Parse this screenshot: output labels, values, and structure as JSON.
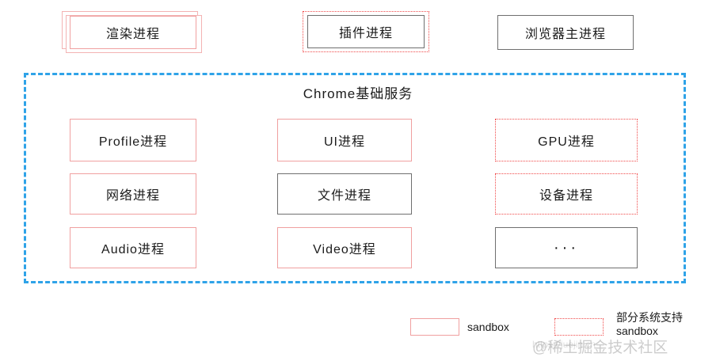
{
  "top_row": [
    {
      "label": "渲染进程",
      "style": "stacked-sandbox",
      "name": "render-process"
    },
    {
      "label": "插件进程",
      "style": "dotted-sandbox",
      "name": "plugin-process"
    },
    {
      "label": "浏览器主进程",
      "style": "plain",
      "name": "browser-main-process"
    }
  ],
  "container": {
    "title": "Chrome基础服务",
    "border_color": "#2fa3e8"
  },
  "services": {
    "col1": [
      {
        "label": "Profile进程",
        "style": "sandbox"
      },
      {
        "label": "网络进程",
        "style": "sandbox"
      },
      {
        "label": "Audio进程",
        "style": "sandbox"
      }
    ],
    "col2": [
      {
        "label": "UI进程",
        "style": "sandbox"
      },
      {
        "label": "文件进程",
        "style": "plain"
      },
      {
        "label": "Video进程",
        "style": "sandbox"
      }
    ],
    "col3": [
      {
        "label": "GPU进程",
        "style": "dotted-sandbox"
      },
      {
        "label": "设备进程",
        "style": "dotted-sandbox"
      },
      {
        "label": "···",
        "style": "plain"
      }
    ]
  },
  "legend": {
    "solid_label": "sandbox",
    "dotted_label": "部分系统支持\nsandbox",
    "dotted_label_line1": "部分系统支持",
    "dotted_label_line2": "sandbox",
    "solid_color": "#f0a0a0",
    "dotted_color": "#f04a4a"
  },
  "watermark": {
    "text": "@稀土掘金技术社区",
    "url": "https://juejin.cn"
  }
}
